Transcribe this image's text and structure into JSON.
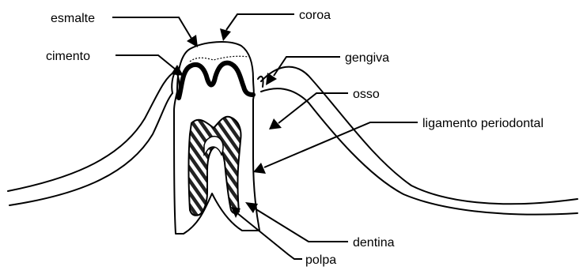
{
  "diagram": {
    "labels": {
      "esmalte": "esmalte",
      "coroa": "coroa",
      "cimento": "cimento",
      "gengiva": "gengiva",
      "osso": "osso",
      "ligamento": "ligamento periodontal",
      "dentina": "dentina",
      "polpa": "polpa"
    }
  }
}
